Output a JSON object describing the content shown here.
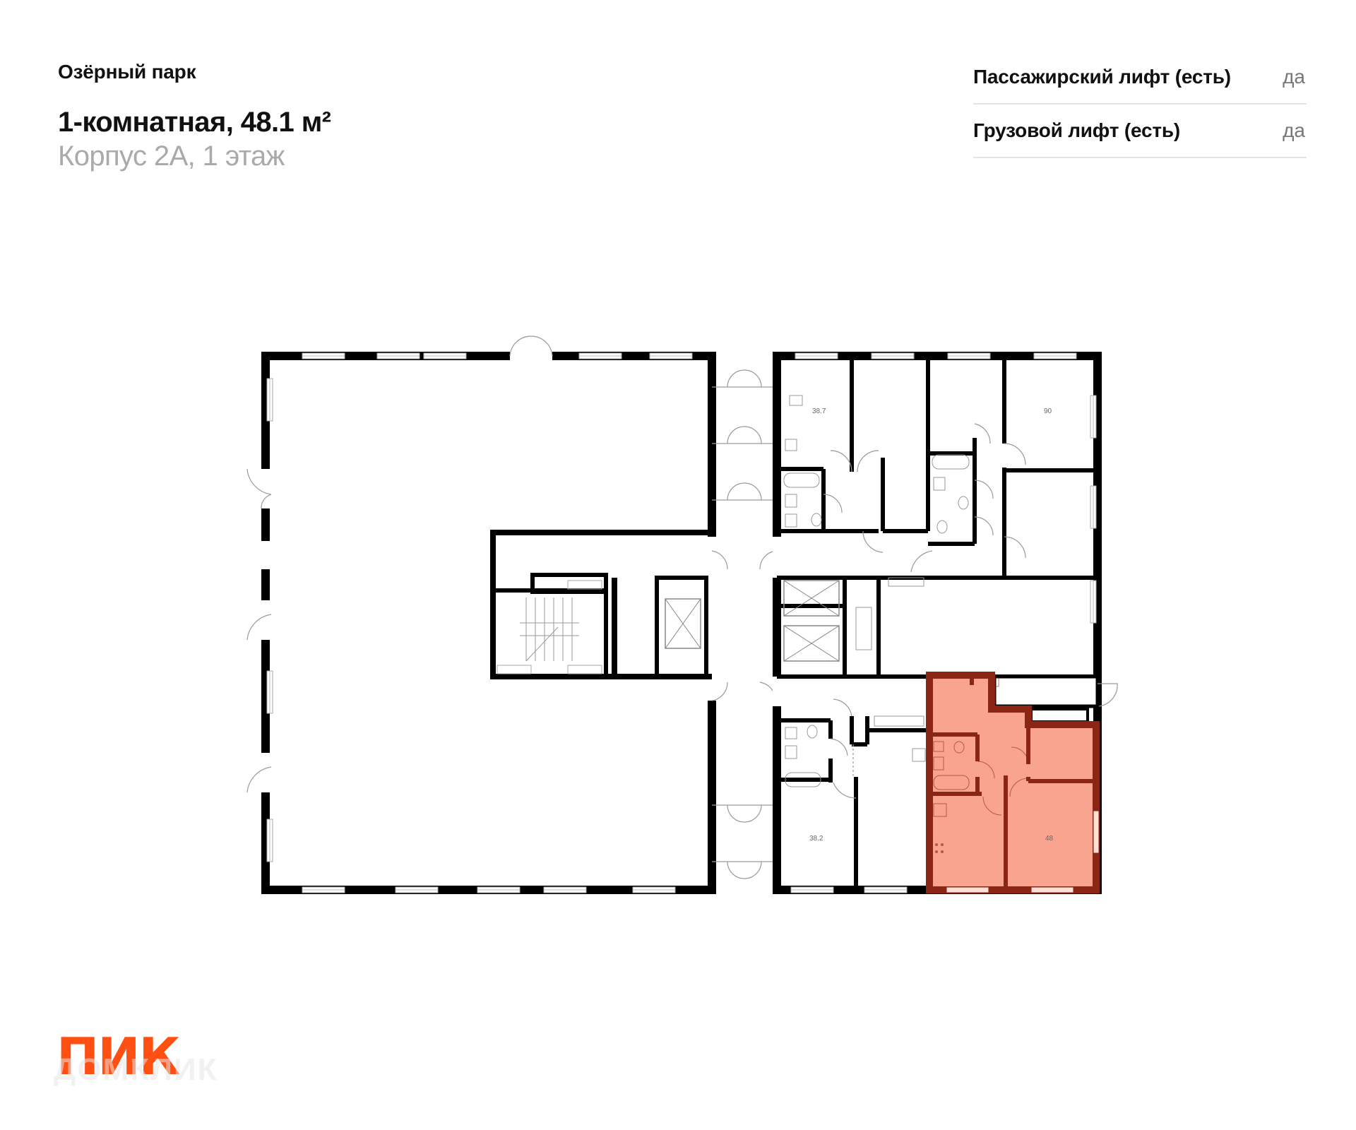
{
  "header": {
    "project_name": "Озёрный парк",
    "apartment_title": "1-комнатная, 48.1 м²",
    "building_floor": "Корпус 2А, 1 этаж"
  },
  "specs": [
    {
      "label": "Пассажирский лифт (есть)",
      "value": "да"
    },
    {
      "label": "Грузовой лифт (есть)",
      "value": "да"
    }
  ],
  "floor_plan": {
    "highlight_fill": "#f9a48f",
    "highlight_wall": "#8b2514",
    "wall_color": "#000000",
    "rooms": [
      {
        "label": "38.7"
      },
      {
        "label": "90"
      },
      {
        "label": "38.2"
      },
      {
        "label": "48",
        "selected": true
      }
    ]
  },
  "footer": {
    "brand_logo": "ПИК",
    "watermark": "ДОМКЛИК",
    "brand_color": "#ff4f12"
  }
}
